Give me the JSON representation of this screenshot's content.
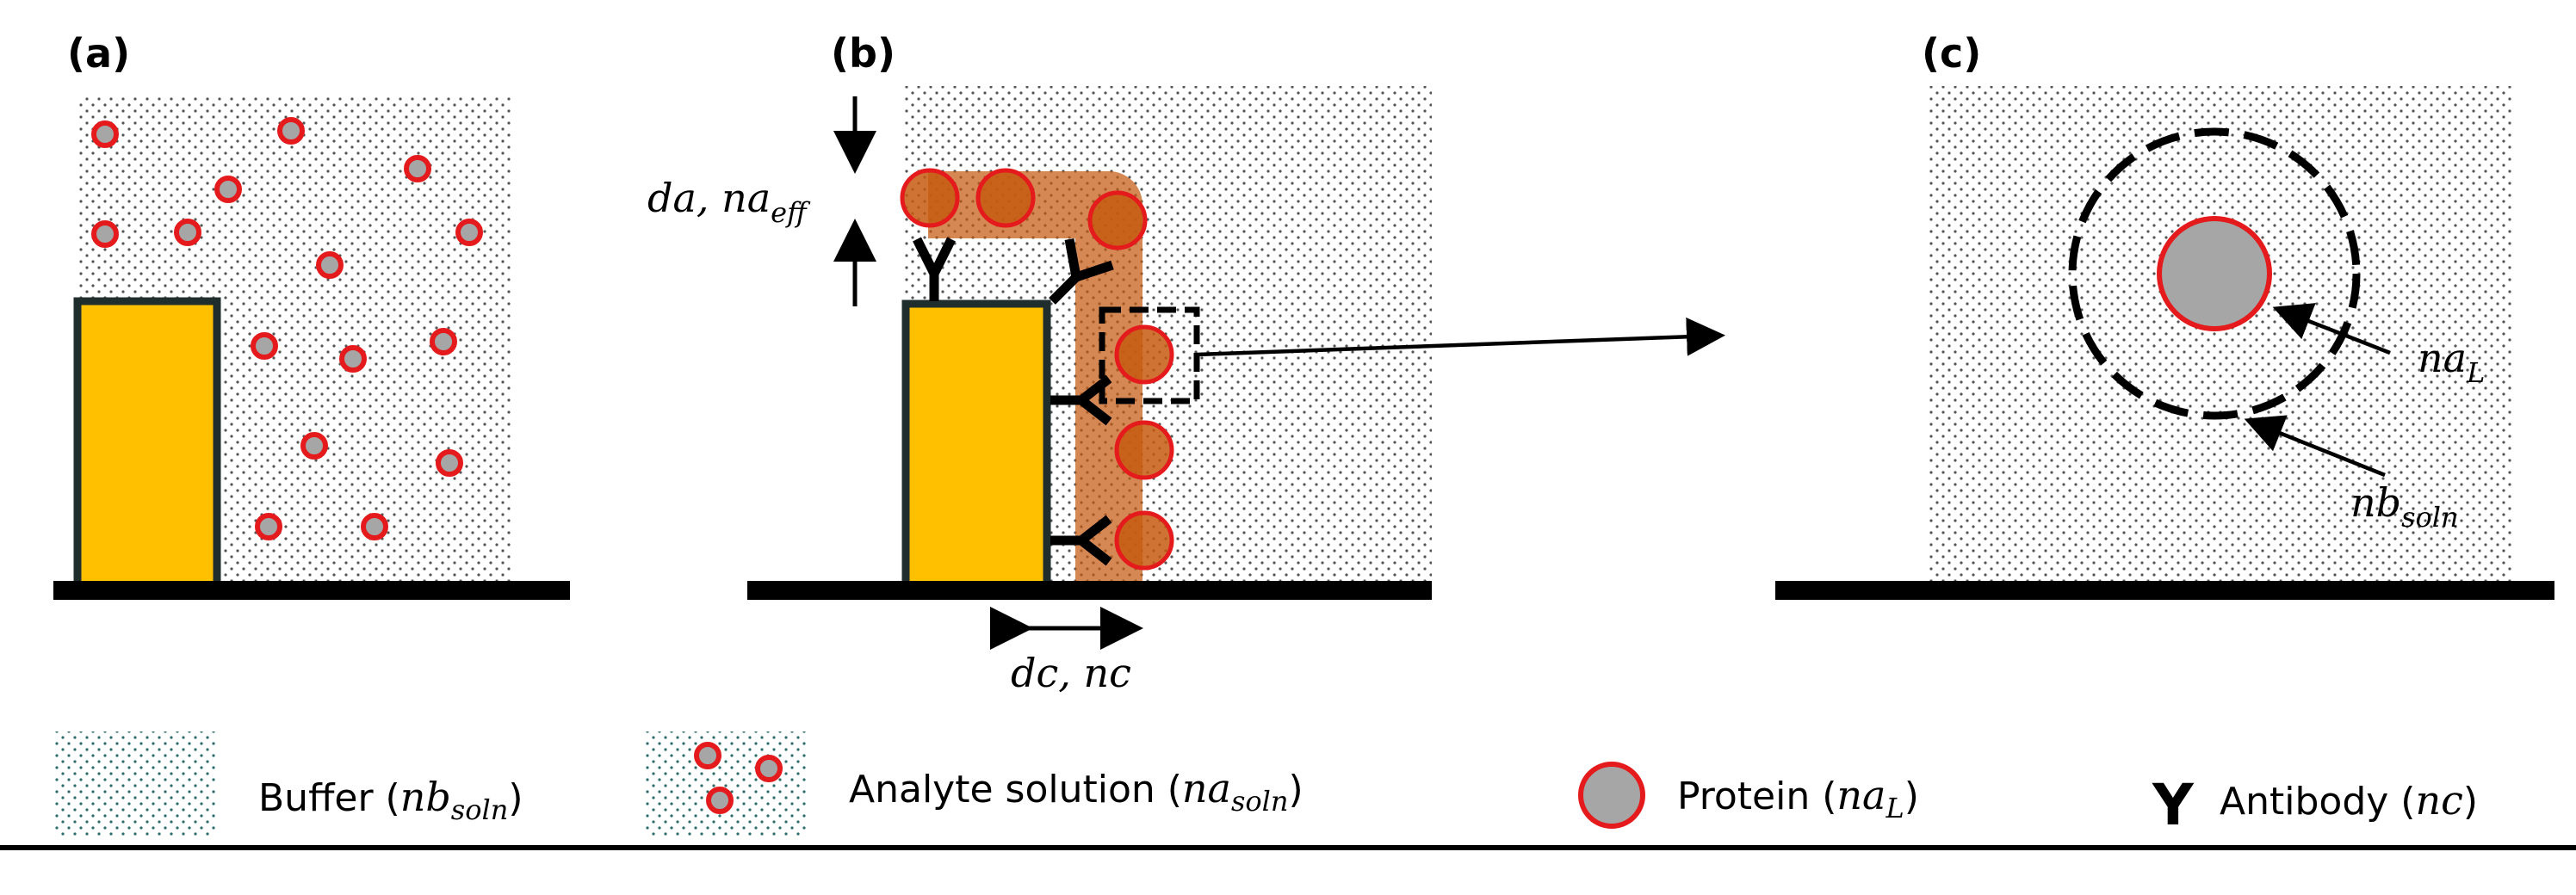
{
  "panels": {
    "a": {
      "label": "(a)"
    },
    "b": {
      "label": "(b)",
      "da_label": {
        "base": "da, na",
        "sub": "eff"
      },
      "dc_label": "dc, nc"
    },
    "c": {
      "label": "(c)",
      "naL_label": {
        "base": "na",
        "sub": "L"
      },
      "nbsoln_label": {
        "base": "nb",
        "sub": "soln"
      }
    }
  },
  "legend": {
    "buffer": {
      "text": "Buffer (",
      "var": "nb",
      "sub": "soln",
      "close": ")"
    },
    "analyte": {
      "text": "Analyte solution (",
      "var": "na",
      "sub": "soln",
      "close": ")"
    },
    "protein": {
      "text": "Protein (",
      "var": "na",
      "sub": "L",
      "close": ")"
    },
    "antibody": {
      "symbol": "Y",
      "text": "Antibody (",
      "var": "nc",
      "close": ")"
    }
  },
  "colors": {
    "electrode": "#ffc000",
    "electrode_border": "#1f2d2d",
    "protein_fill": "#a6a6a6",
    "protein_ring": "#e41a1c",
    "layer": "#c55a11",
    "dots": "#555555",
    "legend_dots": "#2e6b6b"
  },
  "icons": [
    "protein-icon",
    "antibody-icon",
    "arrow-icon"
  ]
}
